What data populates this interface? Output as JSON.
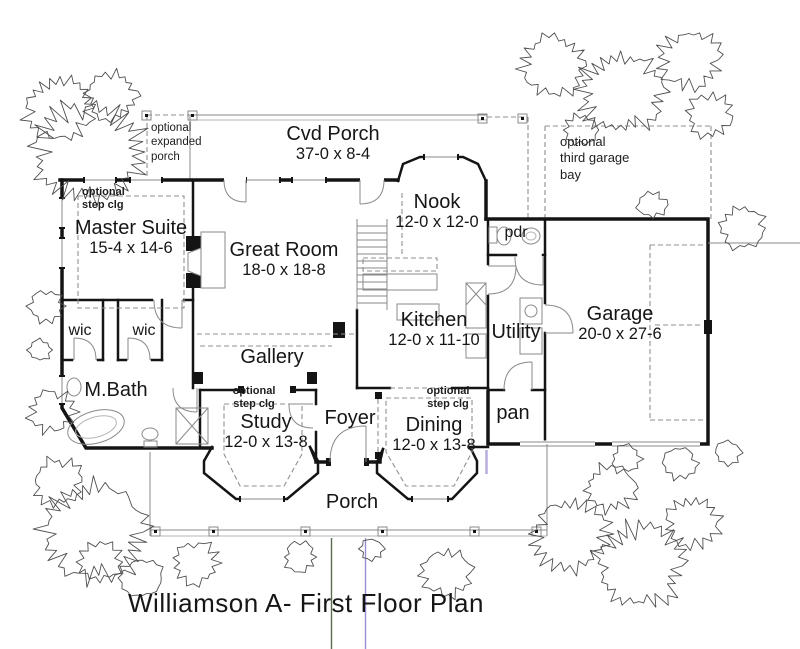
{
  "title": "Williamson A- First Floor Plan",
  "rooms": {
    "cvd_porch": {
      "name": "Cvd Porch",
      "dims": "37-0 x 8-4"
    },
    "master_suite": {
      "name": "Master Suite",
      "dims": "15-4 x 14-6"
    },
    "great_room": {
      "name": "Great Room",
      "dims": "18-0 x 18-8"
    },
    "nook": {
      "name": "Nook",
      "dims": "12-0 x 12-0"
    },
    "kitchen": {
      "name": "Kitchen",
      "dims": "12-0 x 11-10"
    },
    "utility": {
      "name": "Utility"
    },
    "garage": {
      "name": "Garage",
      "dims": "20-0 x 27-6"
    },
    "study": {
      "name": "Study",
      "dims": "12-0 x 13-8"
    },
    "dining": {
      "name": "Dining",
      "dims": "12-0 x 13-8"
    },
    "foyer": {
      "name": "Foyer"
    },
    "gallery": {
      "name": "Gallery"
    },
    "mbath": {
      "name": "M.Bath"
    },
    "wic1": {
      "name": "wic"
    },
    "wic2": {
      "name": "wic"
    },
    "pdr": {
      "name": "pdr"
    },
    "pan": {
      "name": "pan"
    },
    "porch": {
      "name": "Porch"
    }
  },
  "annotations": {
    "optional_expanded_porch": "optional\nexpanded\nporch",
    "optional_third_garage_bay": "optional\nthird garage\nbay",
    "optional_step_clg_master": "optional\nstep clg",
    "optional_step_clg_study": "optional\nstep clg",
    "optional_step_clg_dining": "optional\nstep clg"
  },
  "colors": {
    "wall": "#141414",
    "survey_line_green": "#5d6b51",
    "survey_line_purple": "#9a8ed0",
    "bay_accent_purple": "#b9aede"
  }
}
